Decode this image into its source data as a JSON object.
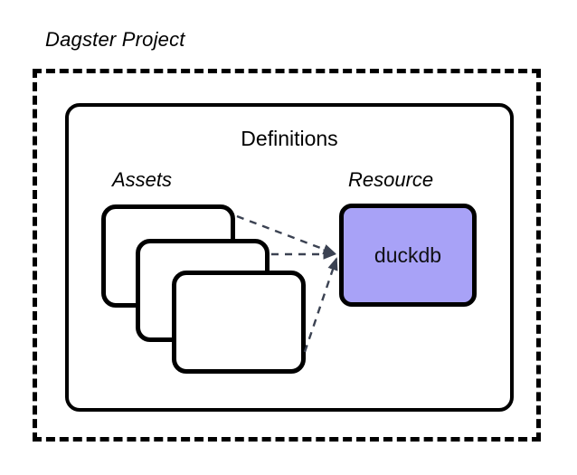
{
  "diagram": {
    "title": "Dagster Project",
    "background_color": "#ffffff",
    "stroke_color": "#000000",
    "connector_color": "#3b4252",
    "containers": [
      {
        "name": "project",
        "label": "Dagster Project",
        "border_style": "dashed",
        "label_style": "italic"
      },
      {
        "name": "definitions",
        "label": "Definitions",
        "border_style": "solid",
        "label_style": "normal"
      }
    ],
    "groups": [
      {
        "name": "assets",
        "label": "Assets",
        "label_style": "italic",
        "shape": "stacked-cards",
        "count": 3,
        "fill": "#ffffff"
      },
      {
        "name": "resource",
        "label": "Resource",
        "label_style": "italic",
        "shape": "rounded-rect",
        "fill": "#a8a2f7"
      }
    ],
    "nodes": [
      {
        "name": "resource-duckdb",
        "label": "duckdb",
        "fill": "#a8a2f7",
        "text_color": "#101014"
      }
    ],
    "edges": [
      {
        "from": "asset-card-1",
        "to": "resource-duckdb",
        "style": "dashed",
        "arrow": true
      },
      {
        "from": "asset-card-2",
        "to": "resource-duckdb",
        "style": "dashed",
        "arrow": true
      },
      {
        "from": "asset-card-3",
        "to": "resource-duckdb",
        "style": "dashed",
        "arrow": true
      }
    ]
  },
  "labels": {
    "project_title": "Dagster Project",
    "definitions_title": "Definitions",
    "assets_title": "Assets",
    "resource_title": "Resource",
    "duckdb_label": "duckdb"
  }
}
